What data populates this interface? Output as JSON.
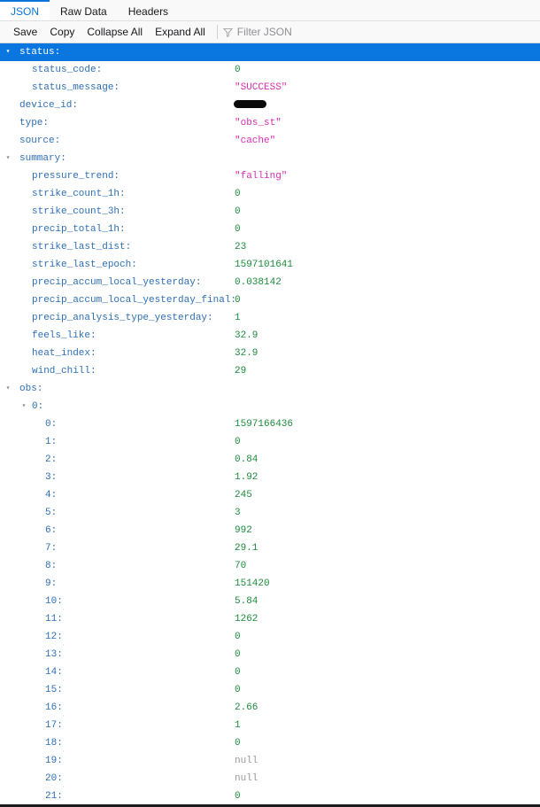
{
  "tabs": [
    {
      "label": "JSON",
      "active": true
    },
    {
      "label": "Raw Data",
      "active": false
    },
    {
      "label": "Headers",
      "active": false
    }
  ],
  "toolbar": {
    "save_label": "Save",
    "copy_label": "Copy",
    "collapse_all_label": "Collapse All",
    "expand_all_label": "Expand All",
    "filter_placeholder": "Filter JSON",
    "filter_value": "",
    "filter_icon": "funnel-icon"
  },
  "colors": {
    "accent": "#0a74d9",
    "selection": "#0a77e0",
    "key": "#2e6fb5",
    "number": "#1c8c3c",
    "string": "#d72fb0",
    "null": "#9a9a9e"
  },
  "rows": [
    {
      "level": 0,
      "key": "status:",
      "twisty": "▾",
      "selected": true,
      "value": null,
      "type": "none"
    },
    {
      "level": 1,
      "key": "status_code:",
      "value": "0",
      "type": "num"
    },
    {
      "level": 1,
      "key": "status_message:",
      "value": "\"SUCCESS\"",
      "type": "str"
    },
    {
      "level": 0,
      "key": "device_id:",
      "value": "",
      "type": "redacted"
    },
    {
      "level": 0,
      "key": "type:",
      "value": "\"obs_st\"",
      "type": "str"
    },
    {
      "level": 0,
      "key": "source:",
      "value": "\"cache\"",
      "type": "str"
    },
    {
      "level": 0,
      "key": "summary:",
      "twisty": "▾",
      "value": null,
      "type": "none"
    },
    {
      "level": 1,
      "key": "pressure_trend:",
      "value": "\"falling\"",
      "type": "str"
    },
    {
      "level": 1,
      "key": "strike_count_1h:",
      "value": "0",
      "type": "num"
    },
    {
      "level": 1,
      "key": "strike_count_3h:",
      "value": "0",
      "type": "num"
    },
    {
      "level": 1,
      "key": "precip_total_1h:",
      "value": "0",
      "type": "num"
    },
    {
      "level": 1,
      "key": "strike_last_dist:",
      "value": "23",
      "type": "num"
    },
    {
      "level": 1,
      "key": "strike_last_epoch:",
      "value": "1597101641",
      "type": "num"
    },
    {
      "level": 1,
      "key": "precip_accum_local_yesterday:",
      "value": "0.038142",
      "type": "num"
    },
    {
      "level": 1,
      "key": "precip_accum_local_yesterday_final:",
      "value": "0",
      "type": "num"
    },
    {
      "level": 1,
      "key": "precip_analysis_type_yesterday:",
      "value": "1",
      "type": "num"
    },
    {
      "level": 1,
      "key": "feels_like:",
      "value": "32.9",
      "type": "num"
    },
    {
      "level": 1,
      "key": "heat_index:",
      "value": "32.9",
      "type": "num"
    },
    {
      "level": 1,
      "key": "wind_chill:",
      "value": "29",
      "type": "num"
    },
    {
      "level": 0,
      "key": "obs:",
      "twisty": "▾",
      "value": null,
      "type": "none"
    },
    {
      "level": 1,
      "key": "0:",
      "twisty": "▾",
      "value": null,
      "type": "none"
    },
    {
      "level": 2,
      "key": "0:",
      "value": "1597166436",
      "type": "num"
    },
    {
      "level": 2,
      "key": "1:",
      "value": "0",
      "type": "num"
    },
    {
      "level": 2,
      "key": "2:",
      "value": "0.84",
      "type": "num"
    },
    {
      "level": 2,
      "key": "3:",
      "value": "1.92",
      "type": "num"
    },
    {
      "level": 2,
      "key": "4:",
      "value": "245",
      "type": "num"
    },
    {
      "level": 2,
      "key": "5:",
      "value": "3",
      "type": "num"
    },
    {
      "level": 2,
      "key": "6:",
      "value": "992",
      "type": "num"
    },
    {
      "level": 2,
      "key": "7:",
      "value": "29.1",
      "type": "num"
    },
    {
      "level": 2,
      "key": "8:",
      "value": "70",
      "type": "num"
    },
    {
      "level": 2,
      "key": "9:",
      "value": "151420",
      "type": "num"
    },
    {
      "level": 2,
      "key": "10:",
      "value": "5.84",
      "type": "num"
    },
    {
      "level": 2,
      "key": "11:",
      "value": "1262",
      "type": "num"
    },
    {
      "level": 2,
      "key": "12:",
      "value": "0",
      "type": "num"
    },
    {
      "level": 2,
      "key": "13:",
      "value": "0",
      "type": "num"
    },
    {
      "level": 2,
      "key": "14:",
      "value": "0",
      "type": "num"
    },
    {
      "level": 2,
      "key": "15:",
      "value": "0",
      "type": "num"
    },
    {
      "level": 2,
      "key": "16:",
      "value": "2.66",
      "type": "num"
    },
    {
      "level": 2,
      "key": "17:",
      "value": "1",
      "type": "num"
    },
    {
      "level": 2,
      "key": "18:",
      "value": "0",
      "type": "num"
    },
    {
      "level": 2,
      "key": "19:",
      "value": "null",
      "type": "null"
    },
    {
      "level": 2,
      "key": "20:",
      "value": "null",
      "type": "null"
    },
    {
      "level": 2,
      "key": "21:",
      "value": "0",
      "type": "num"
    }
  ]
}
